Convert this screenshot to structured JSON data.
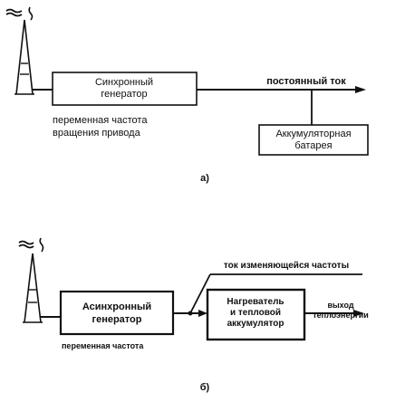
{
  "diagram_a": {
    "label": "а)",
    "sync_generator": "Синхронный\nгенератор",
    "dc_output": "постоянный ток",
    "variable_speed_note": "переменная частота\nвращения привода",
    "battery": "Аккумуляторная\nбатарея"
  },
  "diagram_b": {
    "label": "б)",
    "async_generator": "Асинхронный\nгенератор",
    "variable_freq_current": "ток изменяющейся частоты",
    "heater": "Нагреватель\nи тепловой\nаккумулятор",
    "heat_output": "выход\nтеплоэнергии",
    "variable_freq_note": "переменная частота"
  },
  "colors": {
    "ink": "#111111",
    "background": "#ffffff"
  }
}
